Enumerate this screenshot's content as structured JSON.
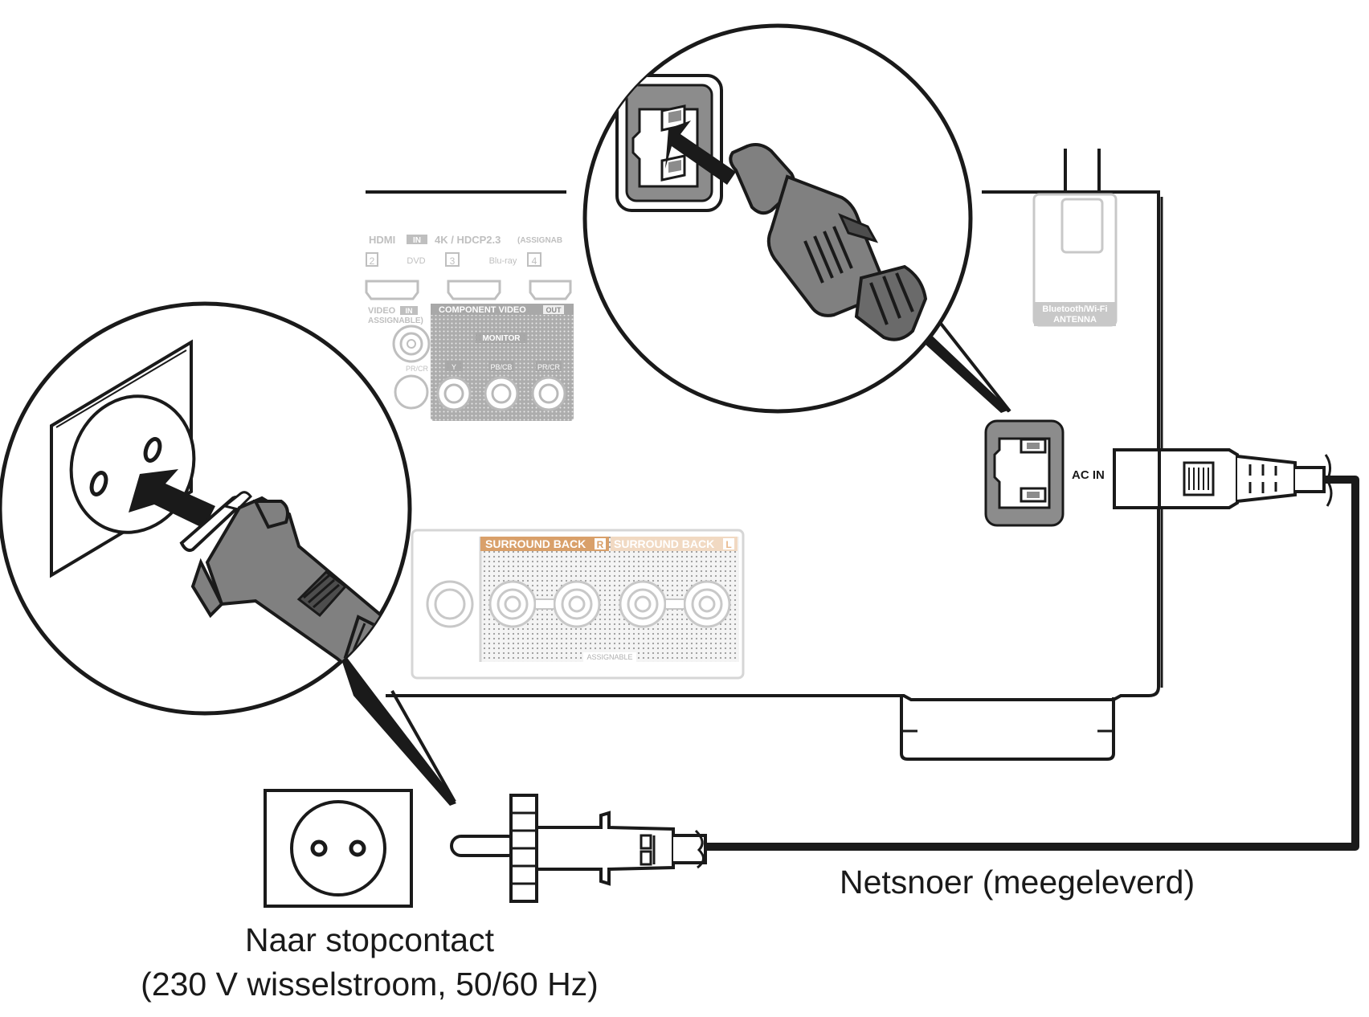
{
  "labels": {
    "outlet": "Naar stopcontact",
    "outlet_spec": "(230 V wisselstroom, 50/60 Hz)",
    "power_cord": "Netsnoer (meegeleverd)",
    "ac_in": "AC IN",
    "antenna_line1": "Bluetooth/Wi-Fi",
    "antenna_line2": "ANTENNA"
  },
  "panel": {
    "hdmi_header": "HDMI",
    "hdmi_in": "IN",
    "hdmi_spec": "4K / HDCP2.3",
    "hdmi_assign": "(ASSIGNAB",
    "hdmi_ports": [
      {
        "num": "2",
        "name": "DVD"
      },
      {
        "num": "3",
        "name": "Blu-ray"
      },
      {
        "num": "4",
        "name": ""
      }
    ],
    "video_label": "VIDEO",
    "video_in": "IN",
    "video_assignable": "ASSIGNABLE)",
    "component_label": "COMPONENT VIDEO",
    "component_out": "OUT",
    "monitor_label": "MONITOR",
    "component_ports": [
      "Y",
      "PB/CB",
      "PR/CR"
    ],
    "pr_cr_left": "PR/CR",
    "surround_back_r": "SURROUND BACK",
    "surround_back_r_tag": "R",
    "surround_back_l": "SURROUND BACK",
    "surround_back_l_tag": "L",
    "speaker_assignable": "ASSIGNABLE"
  },
  "colors": {
    "outline": "#1a1a1a",
    "plug_fill": "#808080",
    "plug_dark": "#4d4d4d",
    "panel_faded": "#c8c8c8",
    "surround_accent": "#d9a06a"
  }
}
